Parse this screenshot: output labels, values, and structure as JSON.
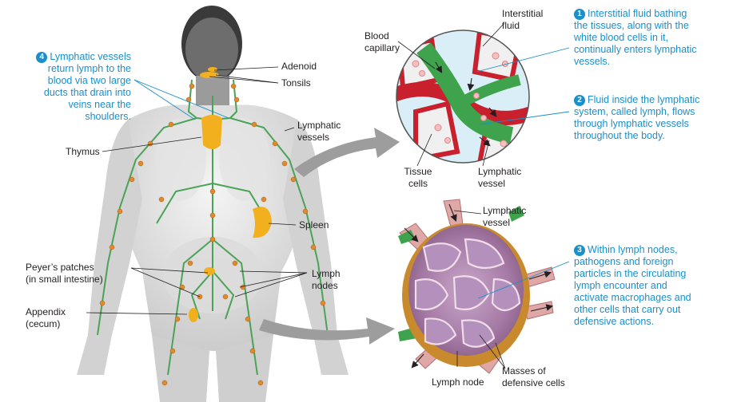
{
  "labels": {
    "adenoid": "Adenoid",
    "tonsils": "Tonsils",
    "lymphatic_vessels_body": [
      "Lymphatic",
      "vessels"
    ],
    "thymus": "Thymus",
    "spleen": "Spleen",
    "peyers": [
      "Peyer’s patches",
      "(in small intestine)"
    ],
    "lymph_nodes": [
      "Lymph",
      "nodes"
    ],
    "appendix": [
      "Appendix",
      "(cecum)"
    ],
    "blood_capillary": [
      "Blood",
      "capillary"
    ],
    "interstitial_fluid": [
      "Interstitial",
      "fluid"
    ],
    "tissue_cells": [
      "Tissue",
      "cells"
    ],
    "lymphatic_vessel_top": [
      "Lymphatic",
      "vessel"
    ],
    "lymphatic_vessel_node": [
      "Lymphatic",
      "vessel"
    ],
    "lymph_node": "Lymph node",
    "masses": [
      "Masses of",
      "defensive cells"
    ]
  },
  "callouts": [
    {
      "num": "1",
      "lines": [
        "Interstitial fluid bathing",
        "the tissues, along with the",
        "white blood cells in it,",
        "continually enters lymphatic",
        "vessels."
      ]
    },
    {
      "num": "2",
      "lines": [
        "Fluid inside the lymphatic",
        "system, called lymph, flows",
        "through lymphatic vessels",
        "throughout the body."
      ]
    },
    {
      "num": "3",
      "lines": [
        "Within lymph nodes,",
        "pathogens and foreign",
        "particles in the circulating",
        "lymph encounter and",
        "activate macrophages and",
        "other cells that carry out",
        "defensive actions."
      ]
    },
    {
      "num": "4",
      "lines": [
        "Lymphatic vessels",
        "return lymph to the",
        "blood via two large",
        "ducts that drain into",
        "veins near the",
        "shoulders."
      ]
    }
  ],
  "colors": {
    "callout_blue": "#1a8fc9",
    "lymph_green": "#3fa34d",
    "node_orange": "#e08a2c",
    "blood_red": "#c8202c",
    "organ_yellow": "#f2b01e",
    "node_purple": "#9a6fa8"
  }
}
